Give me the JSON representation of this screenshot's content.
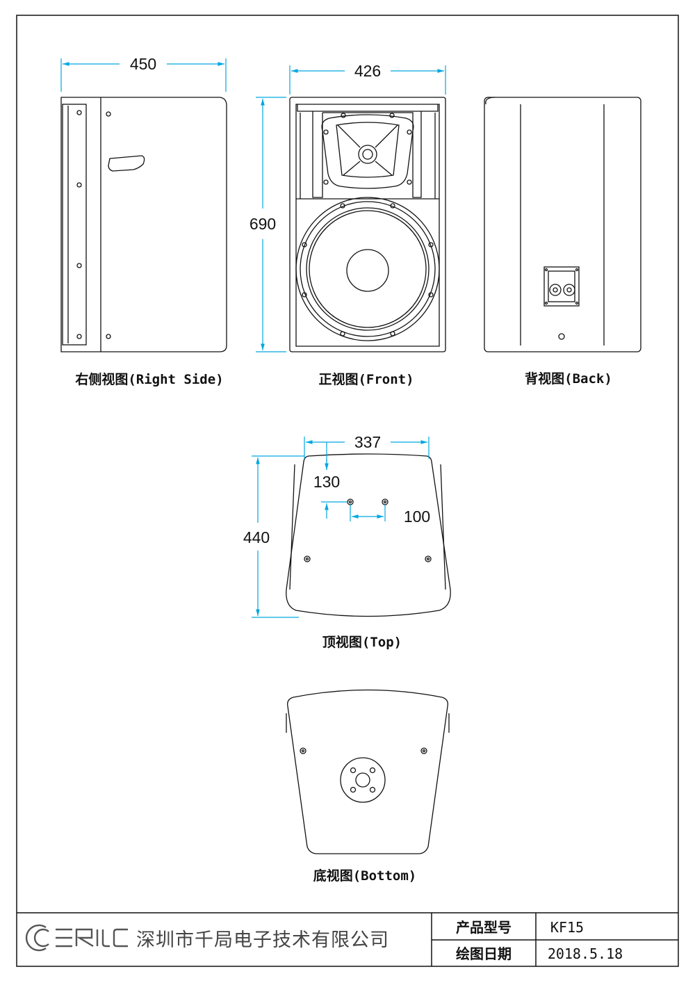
{
  "views": {
    "right_side": {
      "caption": "右侧视图(Right Side)",
      "width_dim": "450"
    },
    "front": {
      "caption": "正视图(Front)",
      "width_dim": "426",
      "height_dim": "690"
    },
    "back": {
      "caption": "背视图(Back)"
    },
    "top": {
      "caption": "顶视图(Top)",
      "width_dim": "337",
      "depth_dim": "440",
      "offset_dim": "130",
      "spacing_dim": "100"
    },
    "bottom": {
      "caption": "底视图(Bottom)"
    }
  },
  "title_block": {
    "logo_text": "ERIC",
    "company": "深圳市千局电子技术有限公司",
    "model_label": "产品型号",
    "model_value": "KF15",
    "date_label": "绘图日期",
    "date_value": "2018.5.18"
  },
  "colors": {
    "dimension": "#00a7e0",
    "line": "#111111",
    "logo": "#555555"
  }
}
